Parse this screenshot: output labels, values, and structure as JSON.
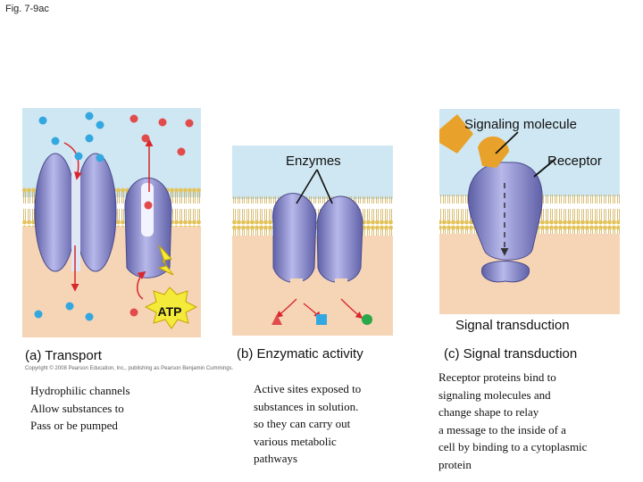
{
  "figure_label": "Fig. 7-9ac",
  "panels": {
    "a": {
      "label": "(a) Transport",
      "atp_label": "ATP",
      "copyright": "Copyright © 2008 Pearson Education, Inc., publishing as Pearson Benjamin Cummings.",
      "description": "Hydrophilic channels\nAllow substances to\nPass or be pumped"
    },
    "b": {
      "label": "(b) Enzymatic activity",
      "enzymes_label": "Enzymes",
      "description": "Active sites exposed to\nsubstances in solution.\n so they can carry out\nvarious metabolic\npathways"
    },
    "c": {
      "label": "(c) Signal transduction",
      "signaling_molecule_label": "Signaling molecule",
      "receptor_label": "Receptor",
      "signal_transduction_label": "Signal transduction",
      "description": "Receptor proteins bind to\nsignaling molecules and\nchange shape to relay\na message to the inside of a\ncell by binding to a cytoplasmic\nprotein"
    }
  },
  "colors": {
    "extracellular": "#cfe7f2",
    "cytoplasm": "#f6d5b6",
    "membrane_head": "#e3c35a",
    "protein": "#8e8fd0",
    "signaling_molecule": "#e8a22b",
    "atp_burst": "#f4ea3a",
    "arrow": "#d8262b",
    "blue_solute": "#33a7e0",
    "red_solute": "#e14b4b",
    "green_product": "#2aa84a"
  }
}
